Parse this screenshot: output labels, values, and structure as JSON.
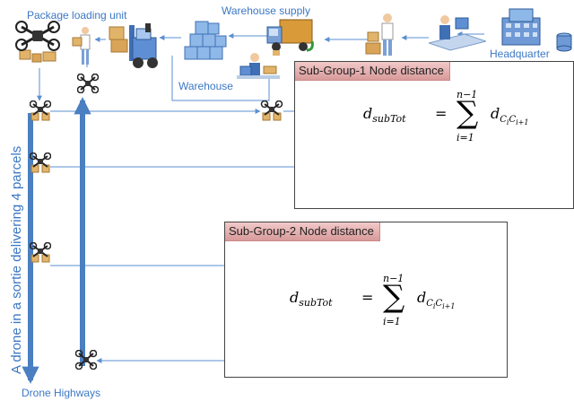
{
  "labels": {
    "package_loading_unit": "Package loading unit",
    "warehouse_supply": "Warehouse supply",
    "warehouse": "Warehouse",
    "headquarter": "Headquarter",
    "drone_sortie": "A drone in a sortie delivering 4 parcels",
    "drone_highways": "Drone Highways"
  },
  "subgroup1": {
    "title": "Sub-Group-1 Node distance",
    "lhs_main": "d",
    "lhs_sub": "subTot",
    "equals": "=",
    "upper_limit": "n−1",
    "lower_limit": "i=1",
    "sigma": "∑",
    "term_main": "d",
    "term_sub": "C",
    "term_sub_i": "i",
    "term_sub_c2": "C",
    "term_sub_i1": "i+1"
  },
  "subgroup2": {
    "title": "Sub-Group-2 Node distance",
    "lhs_main": "d",
    "lhs_sub": "subTot",
    "equals": "=",
    "upper_limit": "n−1",
    "lower_limit": "i=1",
    "sigma": "∑",
    "term_main": "d",
    "term_sub": "C",
    "term_sub_i": "i",
    "term_sub_c2": "C",
    "term_sub_i1": "i+1"
  },
  "colors": {
    "label_blue": "#3b78c4",
    "highway_blue": "#4a7fc1",
    "arrow_blue": "#6a9fd8",
    "title_red": "#d89a9a"
  }
}
